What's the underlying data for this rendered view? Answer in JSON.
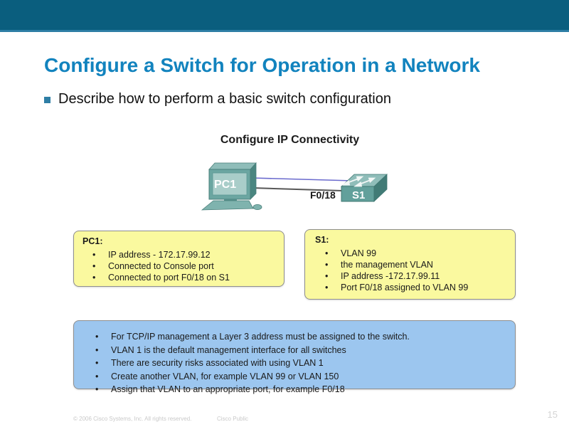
{
  "slide": {
    "title": "Configure a Switch for Operation in a Network",
    "bullet": "Describe how to perform a basic switch configuration"
  },
  "diagram": {
    "title": "Configure IP Connectivity",
    "pc_label": "PC1",
    "switch_label": "S1",
    "link_label": "F0/18"
  },
  "boxes": {
    "pc1": {
      "heading": "PC1:",
      "items": [
        "IP address - 172.17.99.12",
        "Connected to Console port",
        "Connected to port F0/18 on S1"
      ]
    },
    "s1": {
      "heading": "S1:",
      "items": [
        "VLAN 99",
        "the management VLAN",
        "IP address -172.17.99.11",
        "Port F0/18 assigned to VLAN 99"
      ]
    },
    "notes": {
      "items": [
        "For TCP/IP management a Layer 3 address must be assigned to the switch.",
        "VLAN 1 is the default management interface for all switches",
        "There are security risks associated with using VLAN 1",
        "Create another VLAN, for example VLAN 99 or VLAN 150",
        "Assign that VLAN to an appropriate port, for example F0/18"
      ]
    }
  },
  "footer": {
    "copyright": "© 2006 Cisco Systems, Inc. All rights reserved.",
    "classification": "Cisco Public",
    "page": "15"
  },
  "colors": {
    "top_bar": "#0a5e7e",
    "top_bar_accent": "#2e7ea5",
    "title_blue": "#1283be",
    "bullet_square": "#2e7ea5",
    "yellow_box": "#faf99f",
    "blue_box": "#9cc6ef",
    "box_border": "#8f8f8f",
    "device_teal_front": "#62a09b",
    "device_teal_top": "#8fbdb9",
    "device_teal_side": "#417b76",
    "link_console_blue": "#6a6acd",
    "link_ethernet_gray": "#575757"
  }
}
